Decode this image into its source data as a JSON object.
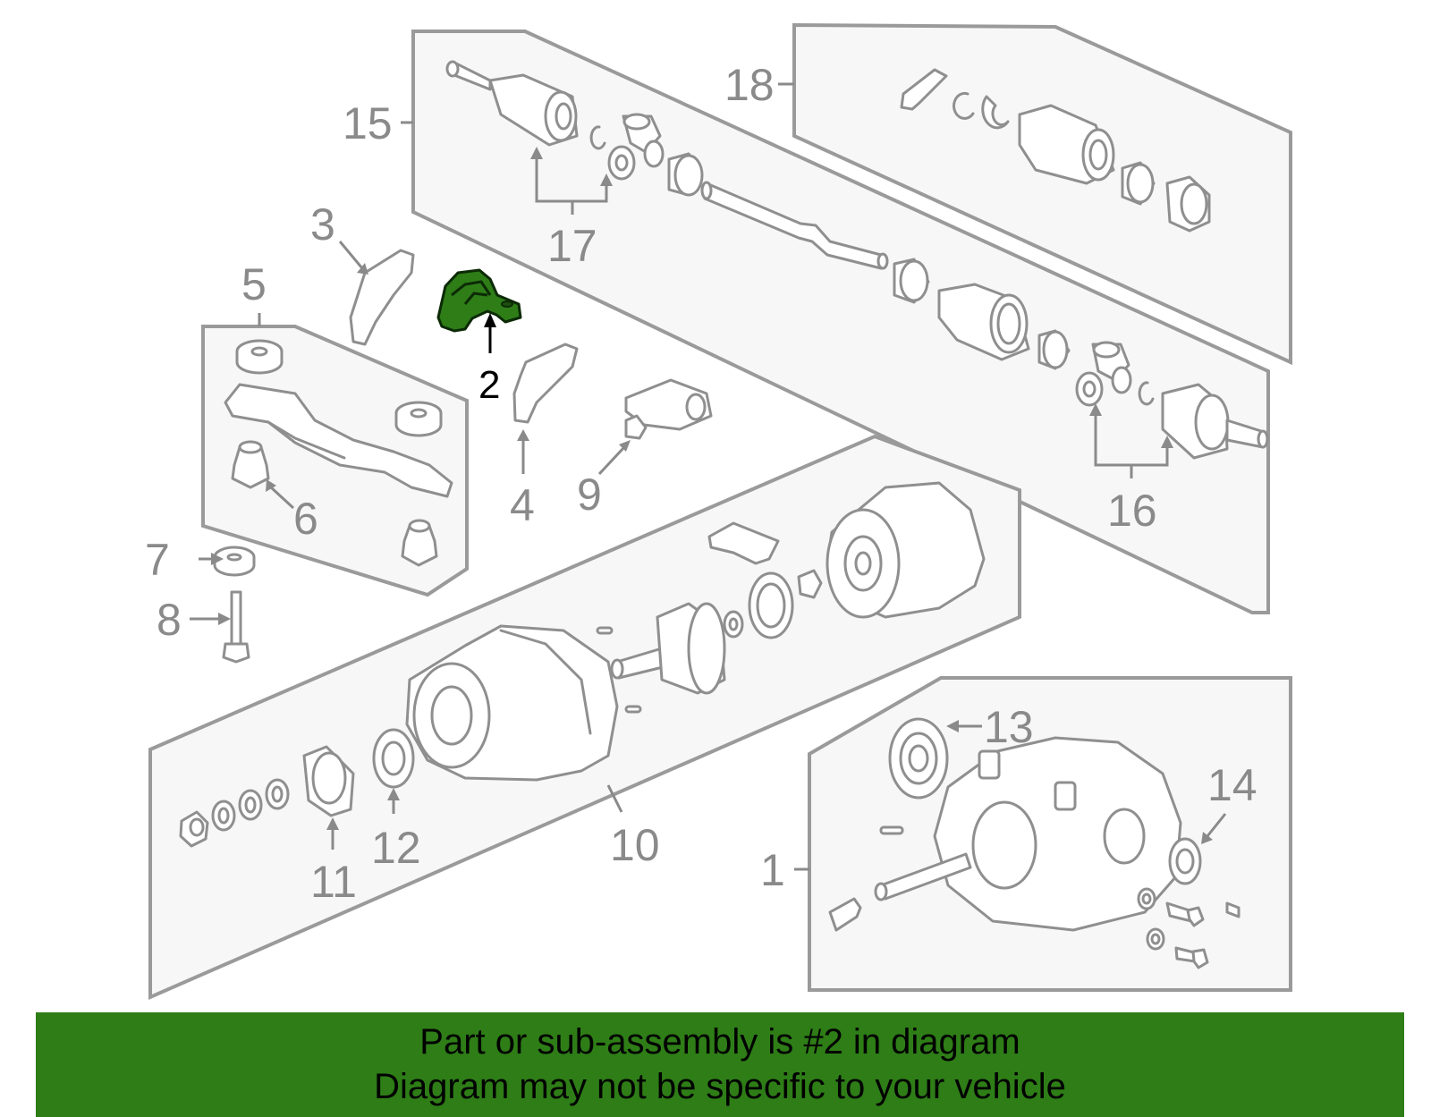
{
  "callouts": {
    "c1": "1",
    "c2": "2",
    "c3": "3",
    "c4": "4",
    "c5": "5",
    "c6": "6",
    "c7": "7",
    "c8": "8",
    "c9": "9",
    "c10": "10",
    "c11": "11",
    "c12": "12",
    "c13": "13",
    "c14": "14",
    "c15": "15",
    "c16": "16",
    "c17": "17",
    "c18": "18"
  },
  "highlighted_part": "2",
  "colors": {
    "highlight": "#2e7d17",
    "outline": "#8f8f8f",
    "panel_fill": "#f7f7f7"
  },
  "banner": {
    "line1": "Part or sub-assembly is #2 in diagram",
    "line2": "Diagram may not be specific to your vehicle"
  }
}
